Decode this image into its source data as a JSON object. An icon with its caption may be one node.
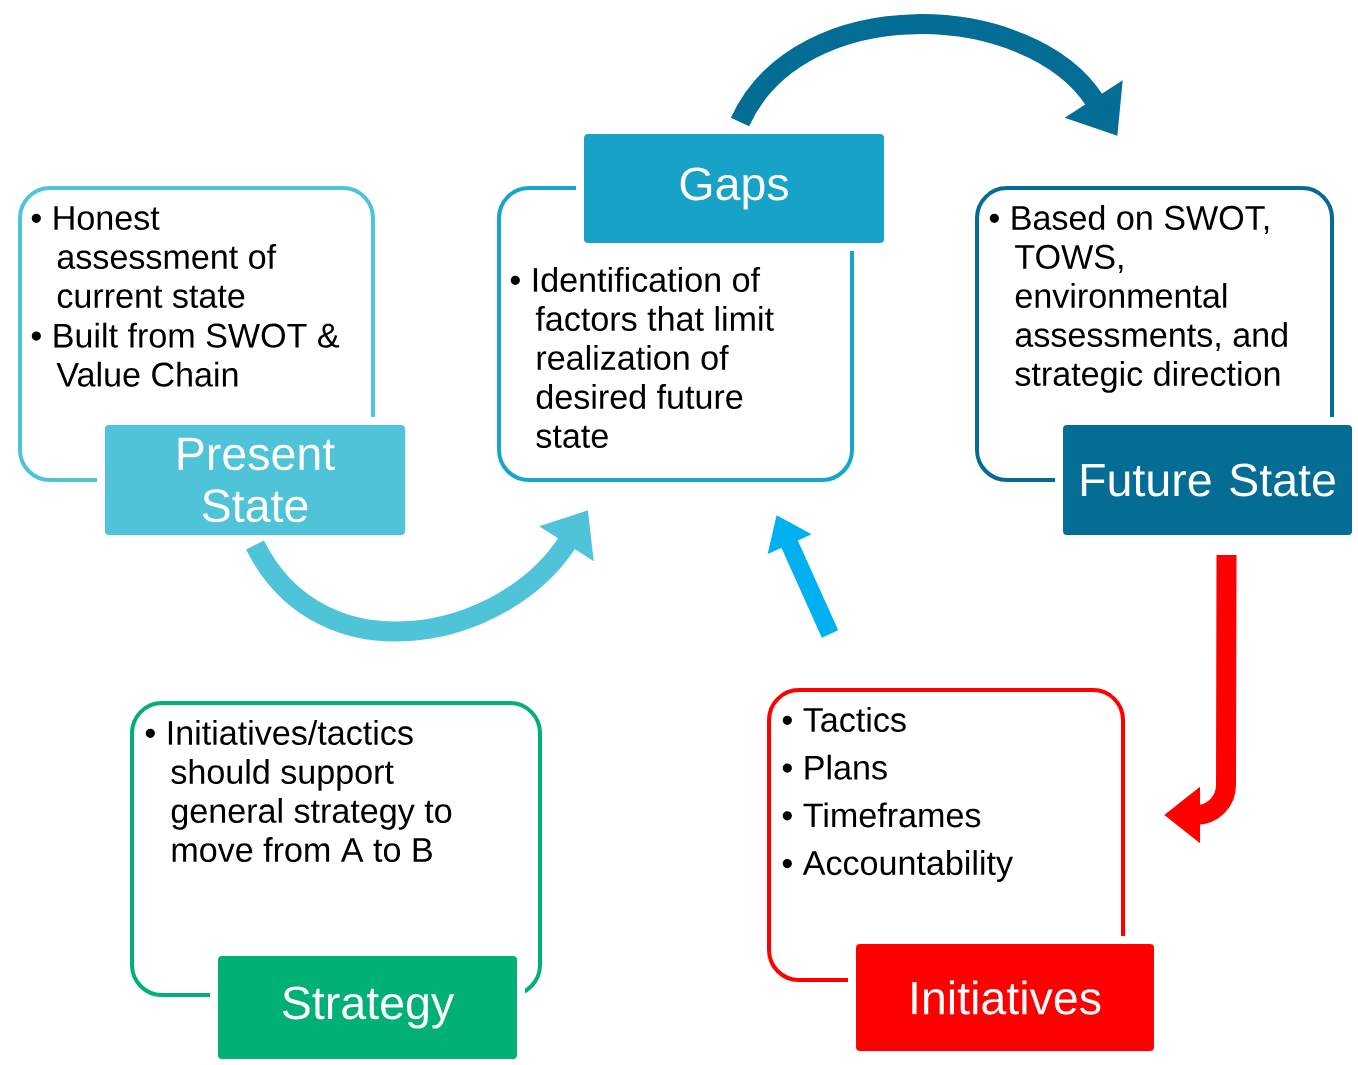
{
  "diagram": {
    "nodes": [
      {
        "text": [
          "• Honest assessment of current state",
          "• Built from SWOT & Value Chain",
          "Present State"
        ]
      },
      {
        "text": [
          "Gaps",
          "• Identification of factors that limit realization of desired future state"
        ]
      },
      {
        "text": [
          "• Based on SWOT, TOWS, environmental assessments, and strategic direction",
          "Future State"
        ]
      },
      {
        "text": [
          "• Initiatives/tactics should support general strategy to move from A to B",
          "Strategy"
        ]
      },
      {
        "text": [
          "• Tactics",
          "• Plans",
          "• Timeframes",
          "• Accountability",
          "Initiatives"
        ]
      }
    ],
    "edges": [
      {
        "from": 0,
        "to": 1,
        "arrow": "to",
        "color": "#4fc3d7"
      },
      {
        "from": 1,
        "to": 2,
        "arrow": "to",
        "color": "#046d96"
      },
      {
        "from": 2,
        "to": 4,
        "arrow": "to",
        "color": "#ff0000"
      },
      {
        "from": 4,
        "to": 1,
        "arrow": "to",
        "color": "#00b0f0"
      }
    ]
  }
}
